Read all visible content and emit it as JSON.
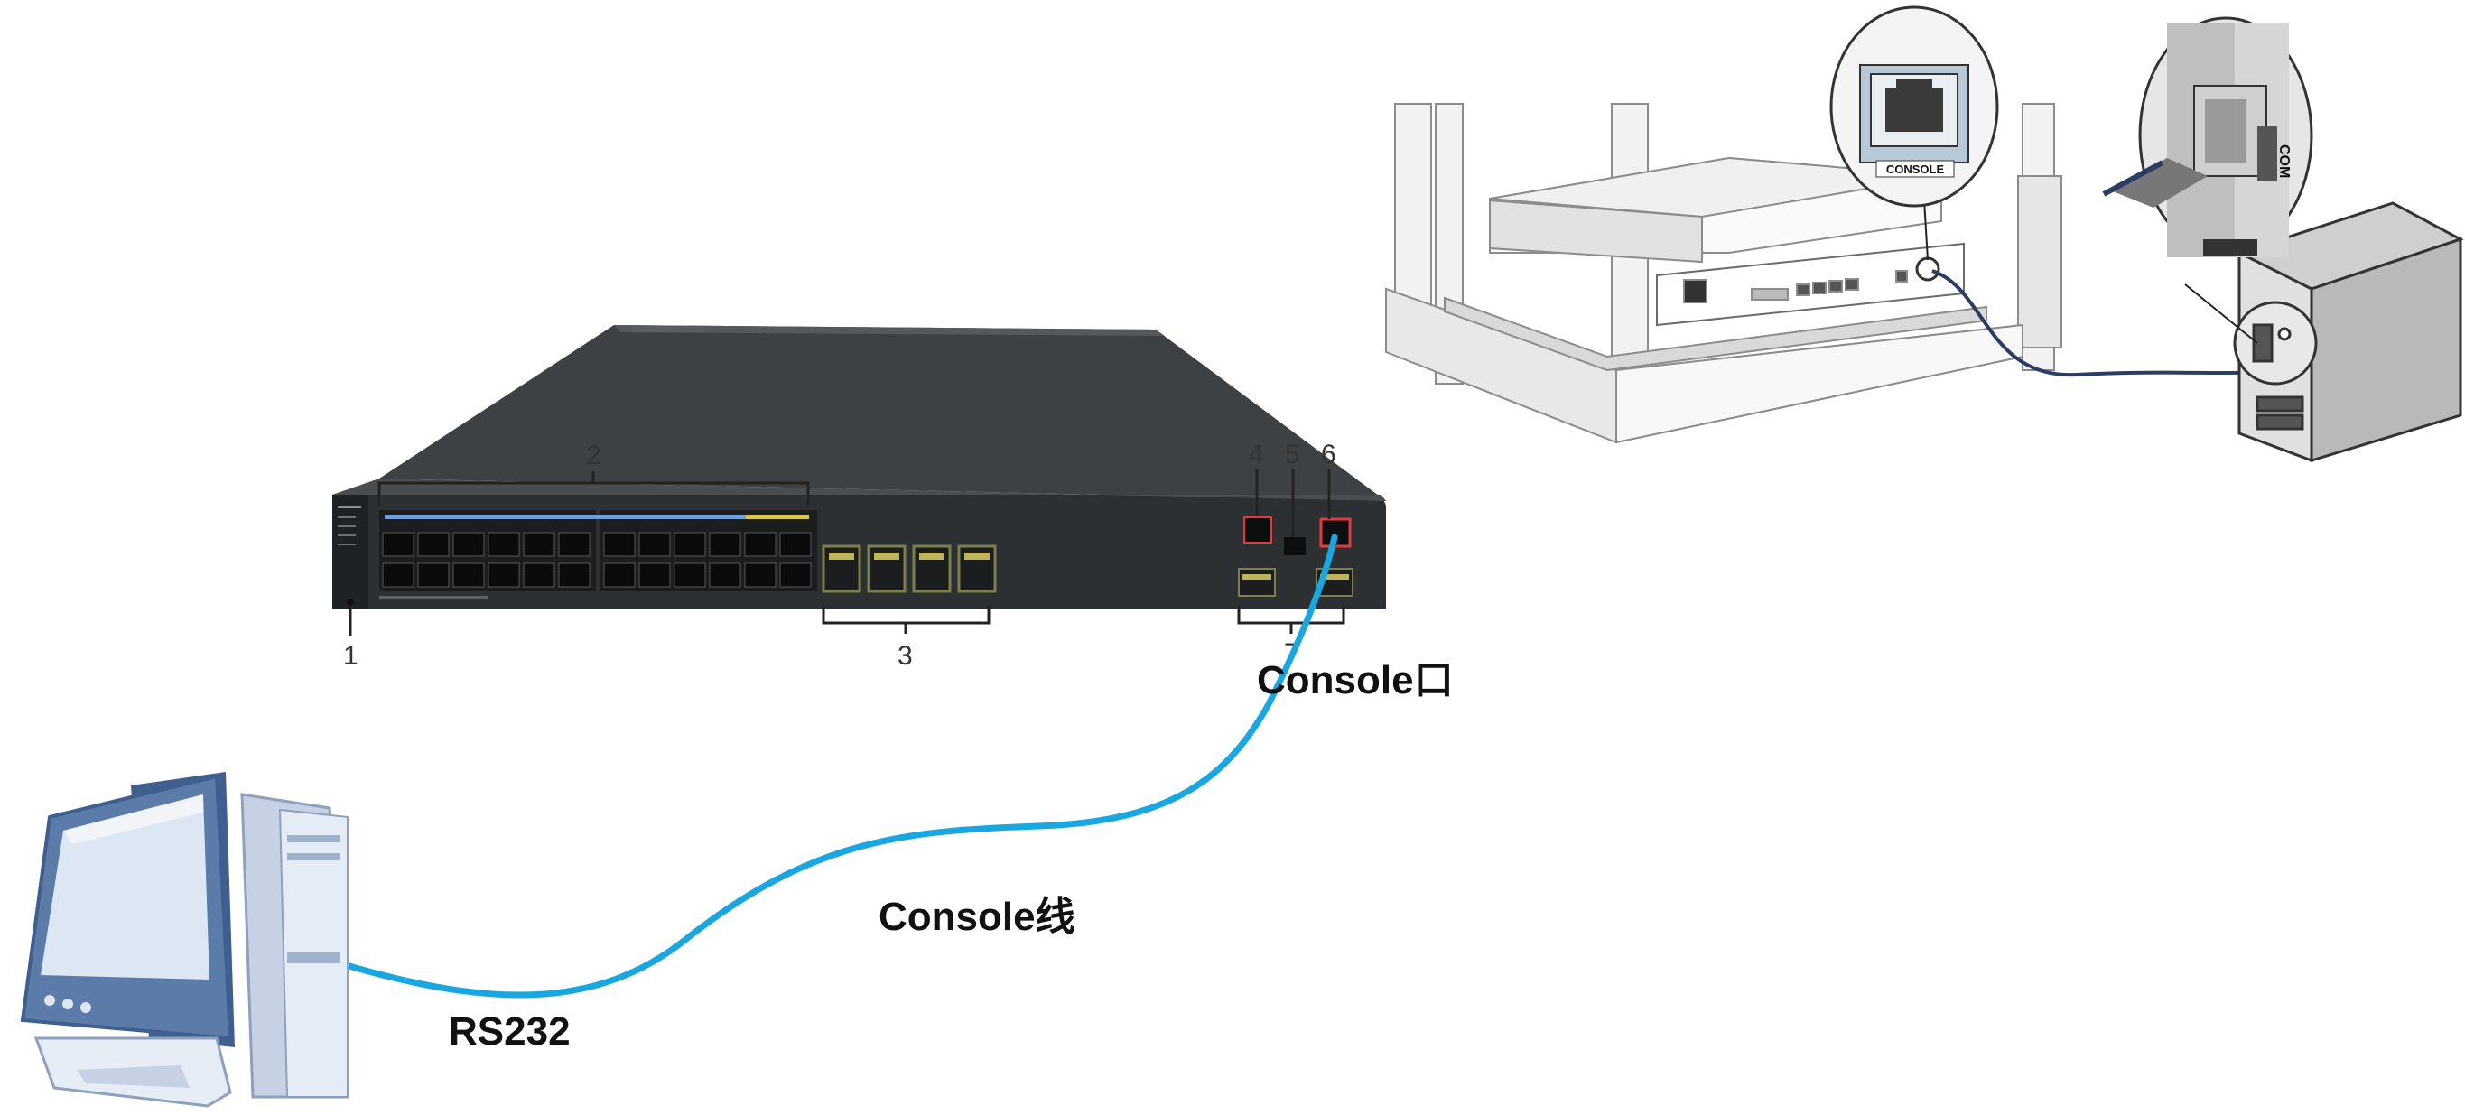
{
  "callouts": {
    "c1": "1",
    "c2": "2",
    "c3": "3",
    "c4": "4",
    "c5": "5",
    "c6": "6",
    "c7": "7"
  },
  "captions": {
    "console_port": "Console口",
    "console_cable": "Console线",
    "rs232": "RS232"
  },
  "inset": {
    "console_label": "CONSOLE",
    "com_label": "COM"
  },
  "colors": {
    "console_cable": "#1aa7e0",
    "switch_body": "#3a3d40",
    "port_highlight": "#e23b3b",
    "monitor_blue": "#5b7ba8"
  },
  "icons": {
    "switch": "network-switch-icon",
    "pc": "desktop-computer-icon",
    "rack": "rack-server-icon",
    "tower": "pc-tower-icon"
  }
}
